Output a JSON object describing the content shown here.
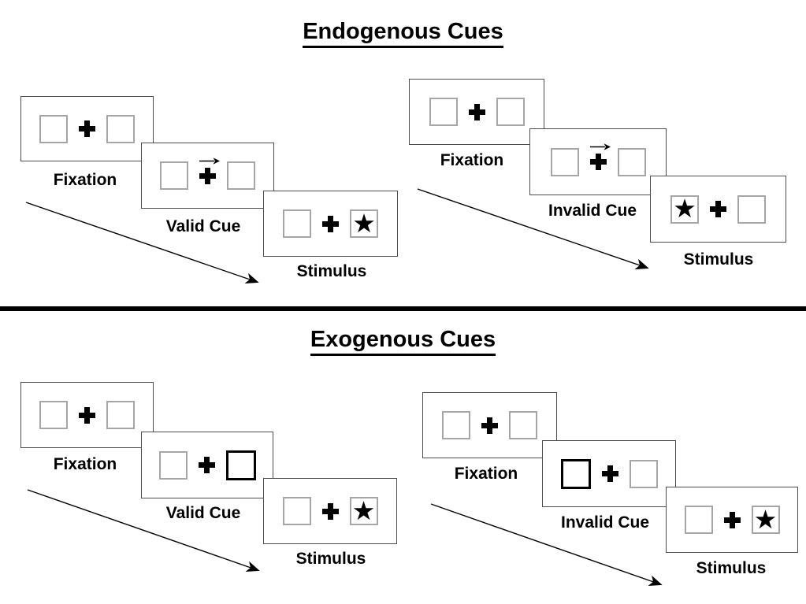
{
  "colors": {
    "background": "#ffffff",
    "panel_border": "#4d4d4d",
    "square_border": "#a6a6a6",
    "ink": "#000000"
  },
  "glyphs": {
    "star": "★"
  },
  "sections": [
    {
      "title": "Endogenous Cues",
      "groups": [
        {
          "name": "valid",
          "panels": [
            {
              "label": "Fixation",
              "type": "fixation"
            },
            {
              "label": "Valid Cue",
              "type": "central-arrow-cue",
              "arrow_direction": "right"
            },
            {
              "label": "Stimulus",
              "type": "stimulus",
              "star_side": "right"
            }
          ]
        },
        {
          "name": "invalid",
          "panels": [
            {
              "label": "Fixation",
              "type": "fixation"
            },
            {
              "label": "Invalid Cue",
              "type": "central-arrow-cue",
              "arrow_direction": "right"
            },
            {
              "label": "Stimulus",
              "type": "stimulus",
              "star_side": "left"
            }
          ]
        }
      ]
    },
    {
      "title": "Exogenous Cues",
      "groups": [
        {
          "name": "valid",
          "panels": [
            {
              "label": "Fixation",
              "type": "fixation"
            },
            {
              "label": "Valid Cue",
              "type": "peripheral-box-cue",
              "cue_side": "right"
            },
            {
              "label": "Stimulus",
              "type": "stimulus",
              "star_side": "right"
            }
          ]
        },
        {
          "name": "invalid",
          "panels": [
            {
              "label": "Fixation",
              "type": "fixation"
            },
            {
              "label": "Invalid Cue",
              "type": "peripheral-box-cue",
              "cue_side": "left"
            },
            {
              "label": "Stimulus",
              "type": "stimulus",
              "star_side": "right"
            }
          ]
        }
      ]
    }
  ]
}
